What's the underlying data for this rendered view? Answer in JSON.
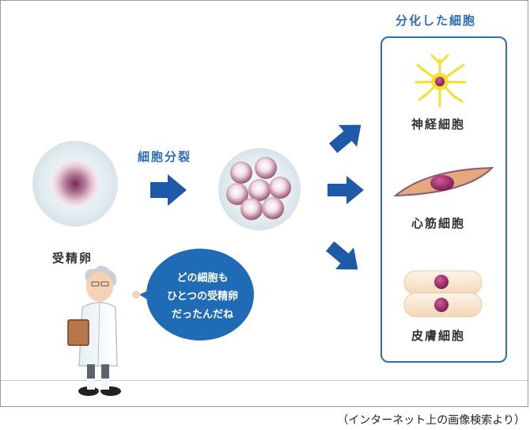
{
  "labels": {
    "fertilized_egg": "受精卵",
    "cell_division": "細胞分裂",
    "differentiated_cells": "分化した細胞",
    "nerve_cell": "神経細胞",
    "muscle_cell": "心筋細胞",
    "skin_cell": "皮膚細胞"
  },
  "speech": {
    "line1": "どの細胞も",
    "line2": "ひとつの受精卵",
    "line3": "だったんだね"
  },
  "caption": "（インターネット上の画像検索より）",
  "colors": {
    "arrow": "#1f5aa8",
    "accent_blue": "#2e6db5",
    "bubble": "#1f6bb5",
    "nucleus": "#a0306a"
  }
}
